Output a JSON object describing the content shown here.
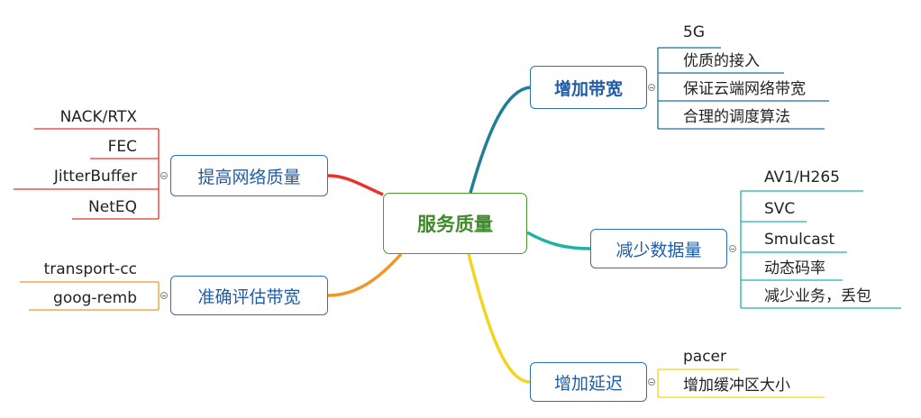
{
  "center": {
    "label": "服务质量"
  },
  "branches": {
    "bandwidth_up": {
      "label": "增加带宽",
      "color": "#1f8a9a",
      "leaves": [
        "5G",
        "优质的接入",
        "保证云端网络带宽",
        "合理的调度算法"
      ]
    },
    "network_quality": {
      "label": "提高网络质量",
      "color": "#e8322b",
      "leaves": [
        "NACK/RTX",
        "FEC",
        "JitterBuffer",
        "NetEQ"
      ]
    },
    "reduce_data": {
      "label": "减少数据量",
      "color": "#1fb3a3",
      "leaves": [
        "AV1/H265",
        "SVC",
        "Smulcast",
        "动态码率",
        "减少业务，丢包"
      ]
    },
    "bandwidth_estimation": {
      "label": "准确评估带宽",
      "color": "#f0962a",
      "leaves": [
        "transport-cc",
        "goog-remb"
      ]
    },
    "increase_latency": {
      "label": "增加延迟",
      "color": "#f5d41c",
      "leaves": [
        "pacer",
        "增加缓冲区大小"
      ]
    }
  }
}
